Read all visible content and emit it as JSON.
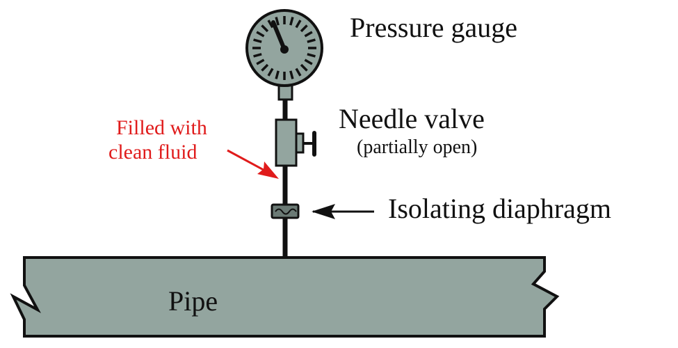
{
  "labels": {
    "gauge": "Pressure gauge",
    "valve": "Needle valve",
    "valve_note": "(partially open)",
    "diaphragm": "Isolating diaphragm",
    "fluid_line1": "Filled with",
    "fluid_line2": "clean fluid",
    "pipe": "Pipe"
  },
  "colors": {
    "component_fill": "#93a59f",
    "diaphragm_fill": "#6b7a75",
    "stroke": "#111111",
    "annotation": "#e01b1b"
  }
}
